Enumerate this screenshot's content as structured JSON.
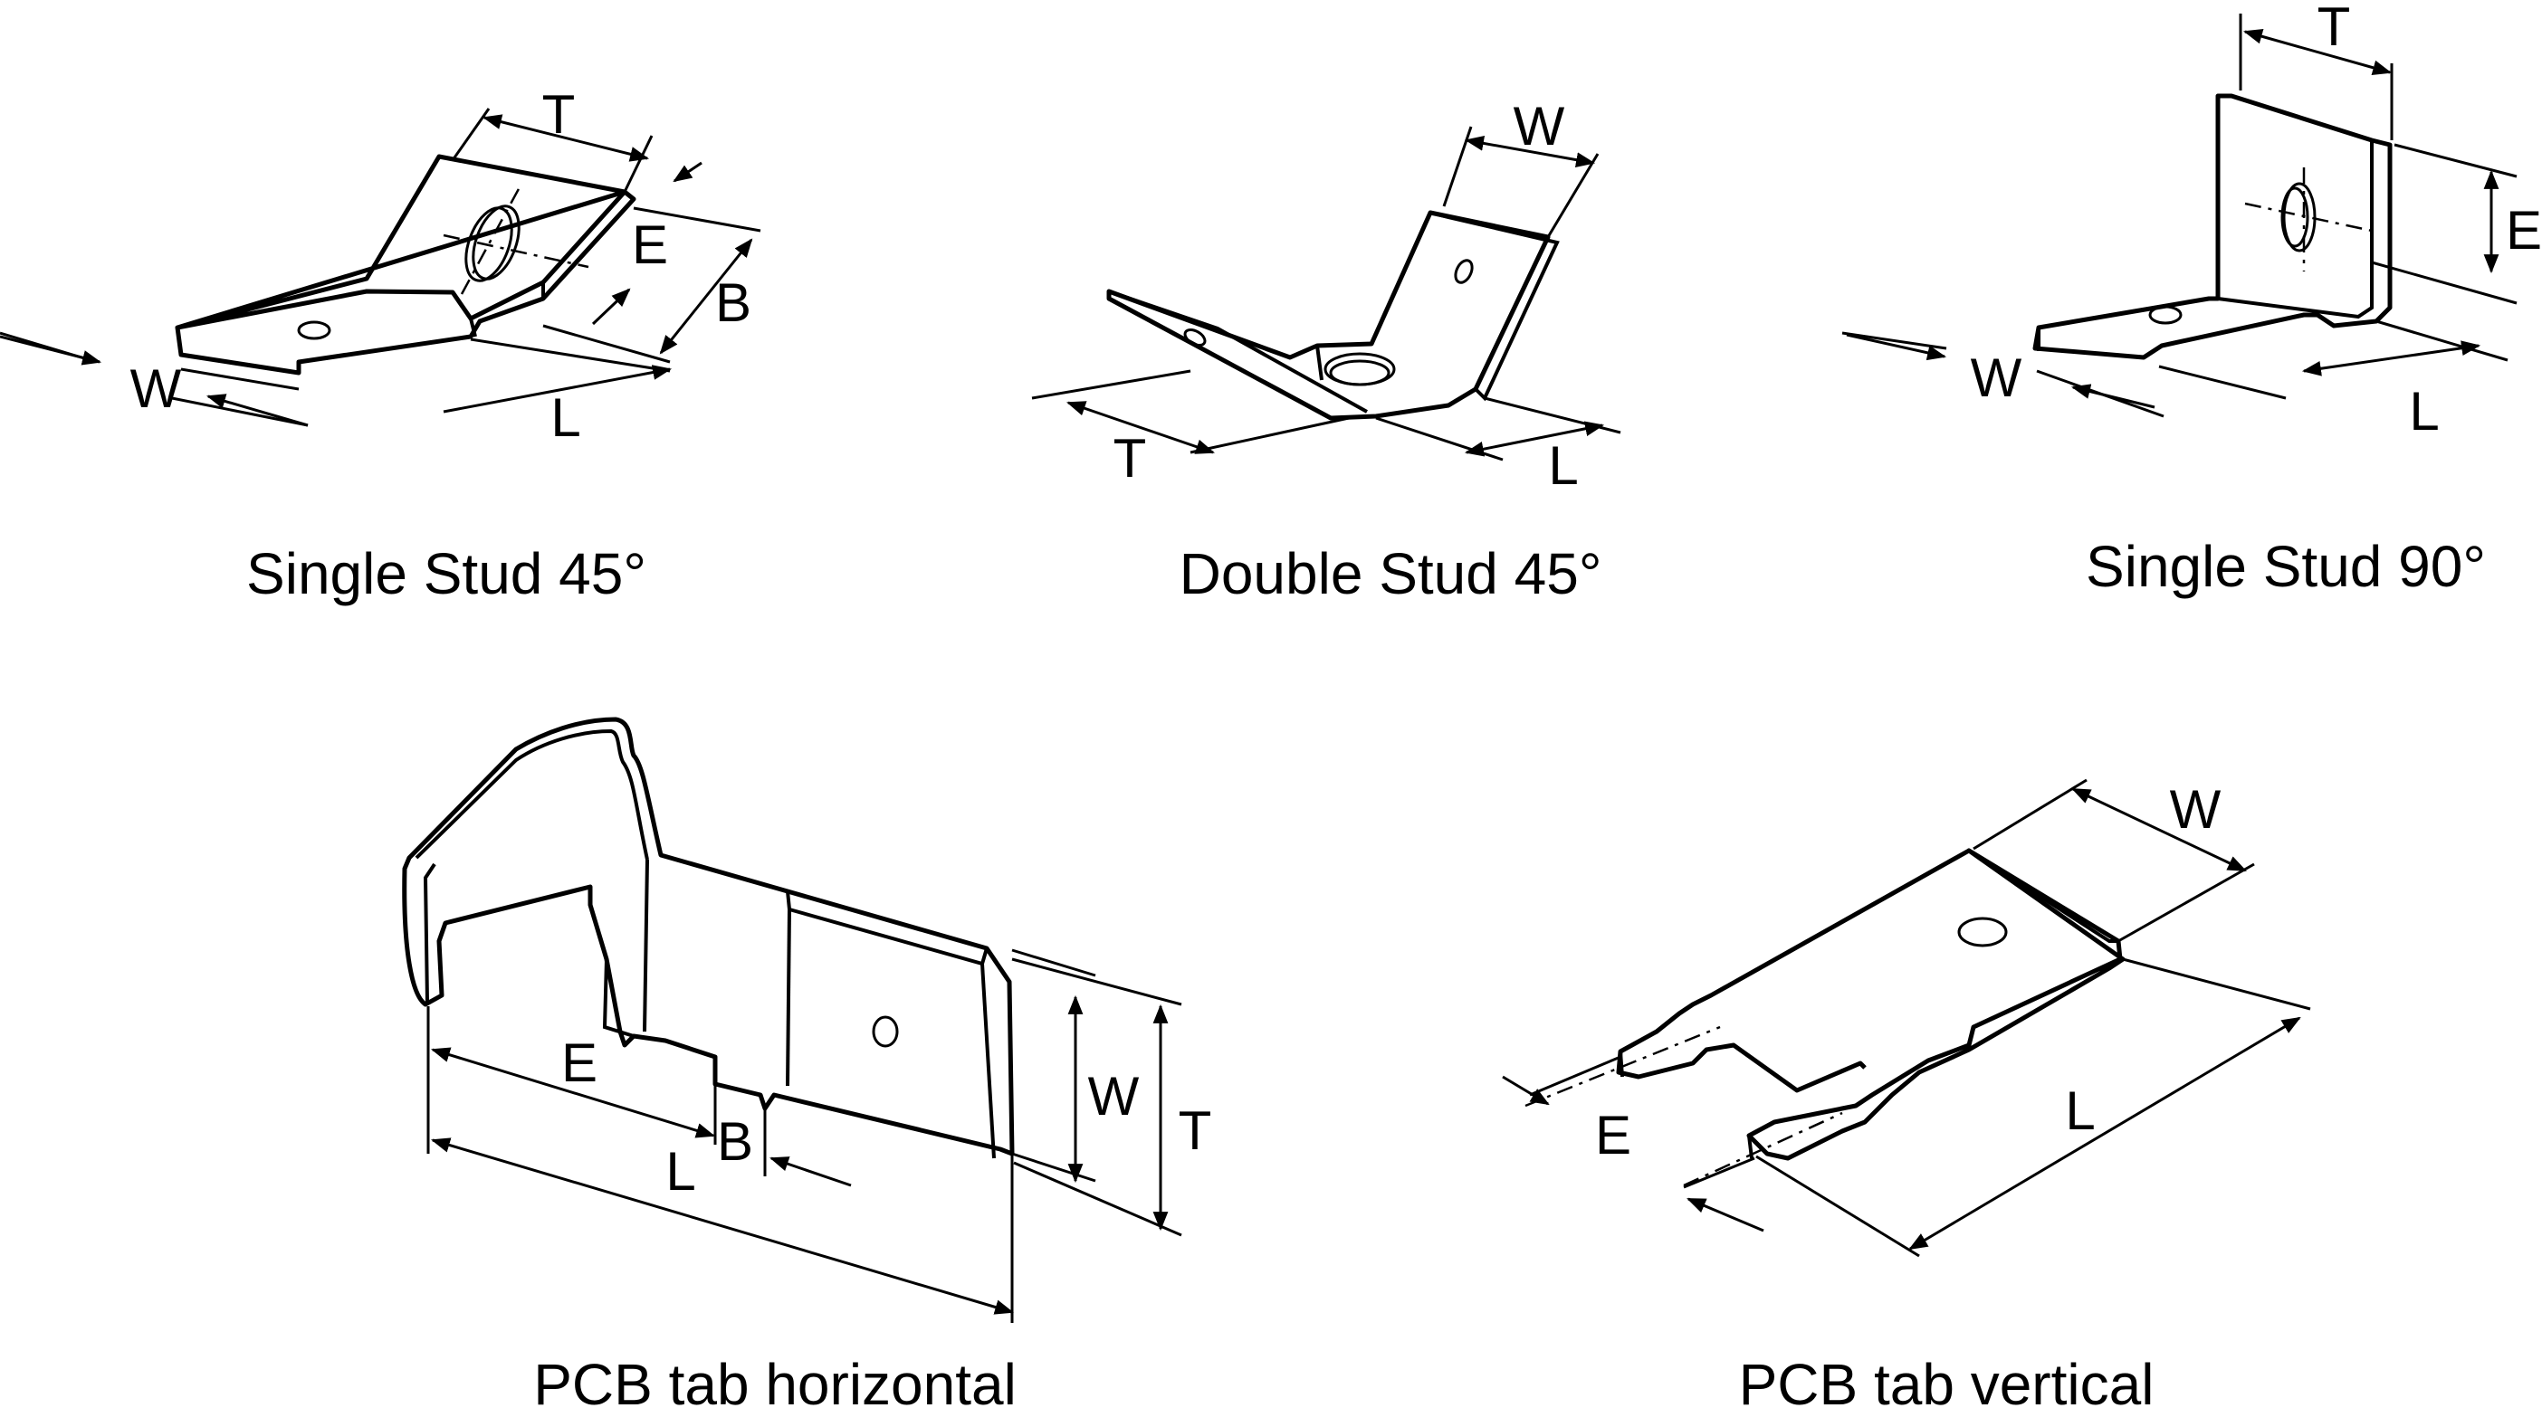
{
  "figures": [
    {
      "caption": "Single Stud 45°",
      "labels": {
        "T": "T",
        "E": "E",
        "B": "B",
        "W": "W",
        "L": "L"
      }
    },
    {
      "caption": "Double Stud 45°",
      "labels": {
        "W": "W",
        "T": "T",
        "L": "L"
      }
    },
    {
      "caption": "Single Stud 90°",
      "labels": {
        "T": "T",
        "E": "E",
        "W": "W",
        "L": "L"
      }
    },
    {
      "caption": "PCB tab horizontal",
      "labels": {
        "E": "E",
        "B": "B",
        "L": "L",
        "W": "W",
        "T": "T"
      }
    },
    {
      "caption": "PCB tab vertical",
      "labels": {
        "W": "W",
        "E": "E",
        "L": "L"
      }
    }
  ]
}
